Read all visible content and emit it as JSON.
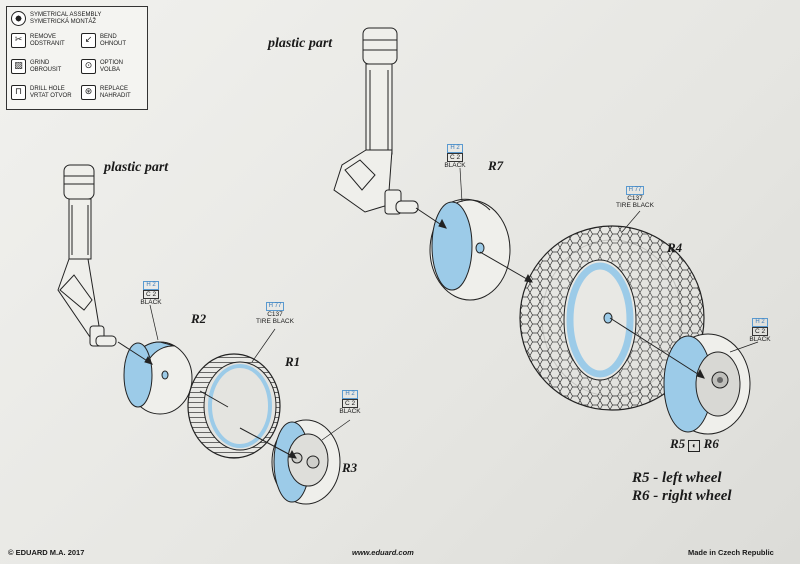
{
  "legend": {
    "header": [
      "SYMETRICAL ASSEMBLY",
      "SYMETRICKÁ MONTÁŽ"
    ],
    "items": [
      {
        "icon": "remove-icon",
        "glyph": "✂",
        "lines": [
          "REMOVE",
          "ODSTRANIT"
        ]
      },
      {
        "icon": "bend-icon",
        "glyph": "↙",
        "lines": [
          "BEND",
          "OHNOUT"
        ]
      },
      {
        "icon": "grind-icon",
        "glyph": "▨",
        "lines": [
          "GRIND",
          "OBROUSIT"
        ]
      },
      {
        "icon": "option-icon",
        "glyph": "⊙",
        "lines": [
          "OPTION",
          "VOLBA"
        ]
      },
      {
        "icon": "drill-icon",
        "glyph": "⊓",
        "lines": [
          "DRILL HOLE",
          "VRTAT OTVOR"
        ]
      },
      {
        "icon": "replace-icon",
        "glyph": "⊛",
        "lines": [
          "REPLACE",
          "NAHRADIT"
        ]
      }
    ]
  },
  "titles": {
    "plastic_left": "plastic part",
    "plastic_right": "plastic part"
  },
  "parts": {
    "R1": "R1",
    "R2": "R2",
    "R3": "R3",
    "R4": "R4",
    "R7": "R7",
    "R5R6": {
      "a": "R5",
      "b": "R6"
    }
  },
  "codes": {
    "r2": {
      "h": "H 2",
      "c": "C 2",
      "name": "BLACK"
    },
    "r1": {
      "h": "H 77",
      "c": "C137",
      "name": "TIRE BLACK"
    },
    "r3": {
      "h": "H 2",
      "c": "C 2",
      "name": "BLACK"
    },
    "r7": {
      "h": "H 2",
      "c": "C 2",
      "name": "BLACK"
    },
    "r4": {
      "h": "H 77",
      "c": "C137",
      "name": "TIRE BLACK"
    },
    "r5": {
      "h": "H 2",
      "c": "C 2",
      "name": "BLACK"
    }
  },
  "notes": {
    "left": "R5 - left wheel",
    "right": "R6 - right wheel"
  },
  "footer": {
    "left": "© EDUARD  M.A. 2017",
    "center": "www.eduard.com",
    "right": "Made in Czech Republic"
  },
  "colors": {
    "part_blue": "#9ccbe8",
    "line": "#222222",
    "code_blue": "#3a7ab8"
  }
}
